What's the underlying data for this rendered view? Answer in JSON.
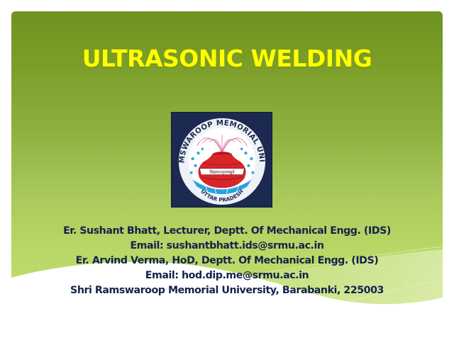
{
  "slide": {
    "title": "ULTRASONIC WELDING",
    "colors": {
      "background": "#ffffff",
      "panel_top": "#6f9320",
      "panel_bottom": "#c2df72",
      "title": "#ffff00",
      "body_text": "#13234a",
      "logo_background": "#1c2a52"
    },
    "logo": {
      "name": "Shri Ramswaroop Memorial University emblem",
      "arc_text_top": "SHRI RAMSWAROOP MEMORIAL UNIVERSITY",
      "arc_text_bottom": "UTTAR PRADESH",
      "banner_text": "विद्ययाऽमृतमश्नुते",
      "icon": "pot-fountain-emblem"
    },
    "info_lines": [
      "Er. Sushant Bhatt, Lecturer, Deptt. Of Mechanical Engg. (IDS)",
      "Email: sushantbhatt.ids@srmu.ac.in",
      "Er. Arvind Verma, HoD, Deptt. Of Mechanical Engg. (IDS)",
      "Email: hod.dip.me@srmu.ac.in",
      "Shri Ramswaroop Memorial University, Barabanki, 225003"
    ]
  }
}
